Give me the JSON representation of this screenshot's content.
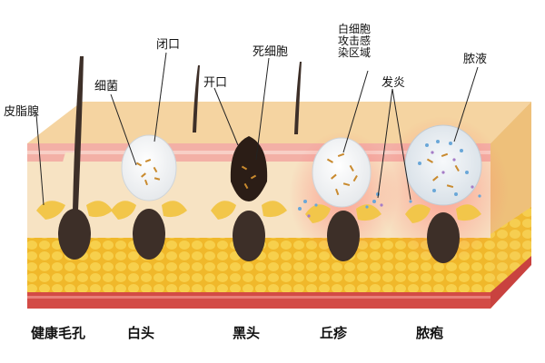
{
  "labels": {
    "sebaceous_gland": "皮脂腺",
    "bacteria": "细菌",
    "closed_opening": "闭口",
    "open_opening": "开口",
    "dead_cells": "死细胞",
    "wbc_attack_area": "白细胞\n攻击感\n染区域",
    "inflammation": "发炎",
    "pus": "脓液"
  },
  "stages": [
    "健康毛孔",
    "白头",
    "黑头",
    "丘疹",
    "脓疱"
  ],
  "colors": {
    "skin_top": "#f6d9a8",
    "epidermis_pink": "#f3b2a8",
    "dermis": "#f7e4c4",
    "fat": "#f2c230",
    "muscle": "#d9534f",
    "hair": "#3d2f28",
    "gland": "#f2c64a",
    "pus_pale": "#e9eef2",
    "inflammation_red": "#e8706a"
  }
}
